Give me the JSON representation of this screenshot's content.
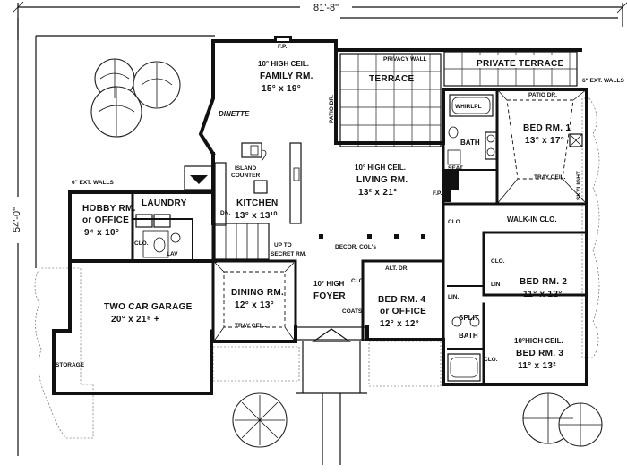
{
  "dimensions": {
    "width_label": "81'-8\"",
    "depth_label": "54'-0\""
  },
  "notes": {
    "ext_walls_left": "6\" EXT. WALLS",
    "ext_walls_right": "6\" EXT. WALLS",
    "privacy_wall": "PRIVACY WALL",
    "decor_cols": "DECOR. COL's",
    "up_to_secret": "UP TO",
    "up_to_secret_2": "SECRET RM.",
    "fp_top": "F.P.",
    "fp_living": "F.P."
  },
  "rooms": {
    "family_ceiling": "10° HIGH CEIL.",
    "family_name": "FAMILY RM.",
    "family_size": "15° x 19°",
    "dinette": "DINETTE",
    "patio_dr_left": "PATIO DR.",
    "terrace": "TERRACE",
    "private_terrace": "PRIVATE TERRACE",
    "whirlpool": "WHIRLPL",
    "bath": "BATH",
    "seat": "SEAT",
    "patio_dr_right": "PATIO DR.",
    "bed1_name": "BED RM. 1",
    "bed1_size": "13° x 17°",
    "tray_ceil_bed1": "TRAY CEIL.",
    "skylight": "SKYLIGHT",
    "island_counter": "ISLAND",
    "island_counter_2": "COUNTER",
    "kitchen_name": "KITCHEN",
    "kitchen_size": "13° x 13¹⁰",
    "living_ceiling": "10° HIGH CEIL.",
    "living_name": "LIVING RM.",
    "living_size": "13² x 21°",
    "hobby_name": "HOBBY RM.",
    "hobby_or": "or OFFICE",
    "hobby_size": "9⁴ x 10°",
    "laundry": "LAUNDRY",
    "clo_hobby": "CLO.",
    "lav": "LAV",
    "dn": "DN.",
    "clo_living": "CLO.",
    "walk_in_clo": "WALK-IN CLO.",
    "clo_bed2": "CLO.",
    "lin_bed2": "LIN",
    "bed2_name": "BED RM. 2",
    "bed2_size": "11° x 12°",
    "garage_name": "TWO CAR GARAGE",
    "garage_size": "20° x 21⁸ +",
    "storage": "STORAGE",
    "dining_name": "DINING RM.",
    "dining_size": "12° x 13°",
    "tray_ceil_dining": "TRAY CEIL.",
    "foyer_ceiling": "10° HIGH",
    "foyer_name": "FOYER",
    "clo_foyer": "CLO.",
    "coats": "COATS",
    "alt_dr": "ALT. DR.",
    "bed4_name": "BED RM. 4",
    "bed4_or": "or OFFICE",
    "bed4_size": "12° x 12°",
    "lin_hall": "LIN.",
    "split_bath": "SPLIT",
    "split_bath_2": "BATH",
    "bed3_ceiling": "10°HIGH CEIL.",
    "bed3_name": "BED RM. 3",
    "bed3_size": "11° x 13²",
    "clo_bed3": "CLO."
  }
}
